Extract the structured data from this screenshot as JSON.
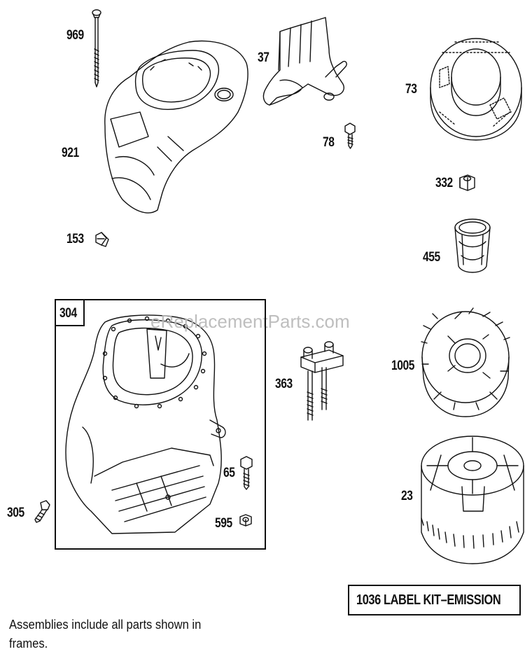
{
  "watermark": "eReplacementParts.com",
  "parts": {
    "p969": "969",
    "p921": "921",
    "p153": "153",
    "p37": "37",
    "p78": "78",
    "p73": "73",
    "p332": "332",
    "p455": "455",
    "p1005": "1005",
    "p363": "363",
    "p23": "23",
    "p65": "65",
    "p595": "595",
    "p305": "305"
  },
  "frame": {
    "tag": "304"
  },
  "kit_label": "1036 LABEL KIT–EMISSION",
  "footnote": "Assemblies include all parts shown in frames."
}
